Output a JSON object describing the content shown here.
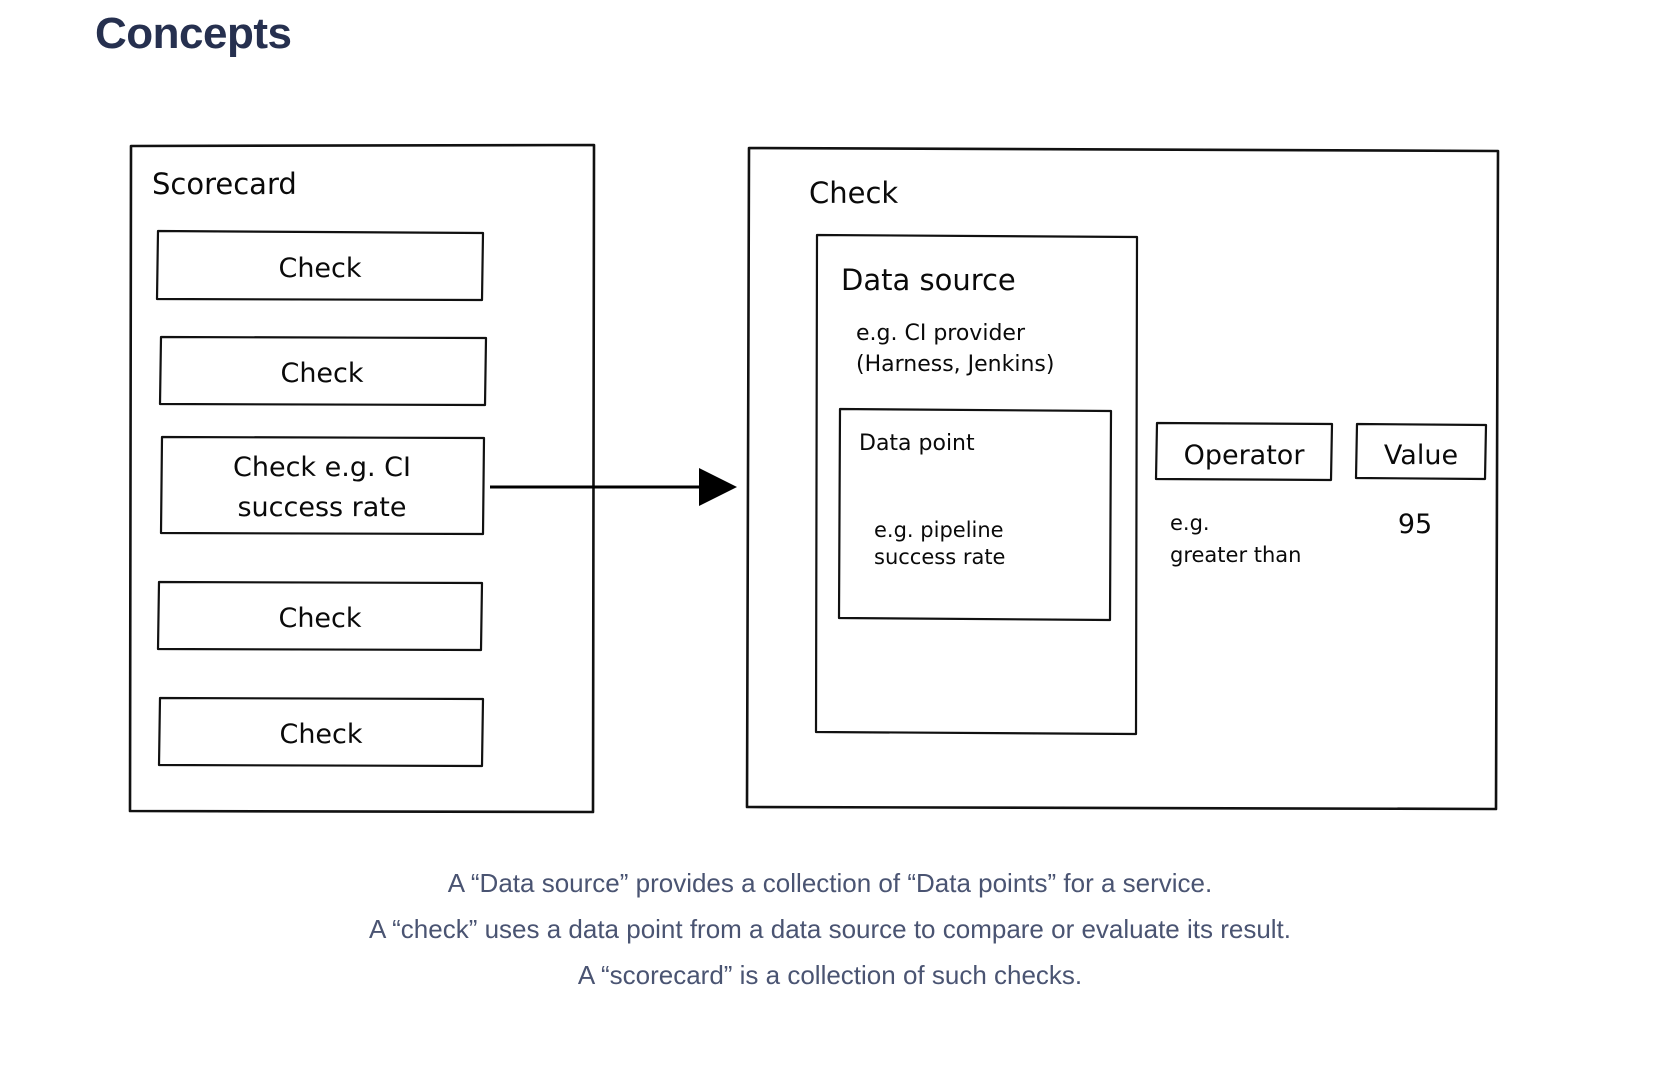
{
  "page": {
    "title": "Concepts",
    "title_color": "#26304f",
    "background": "#ffffff",
    "caption_color": "#4a5472",
    "stroke_color": "#111111"
  },
  "diagram": {
    "type": "concept-diagram",
    "scorecard": {
      "label": "Scorecard",
      "checks": [
        {
          "label": "Check"
        },
        {
          "label": "Check"
        },
        {
          "label": "Check e.g. CI",
          "label_line2": "success rate",
          "highlighted": true
        },
        {
          "label": "Check"
        },
        {
          "label": "Check"
        }
      ]
    },
    "arrow": {
      "name": "arrow-scorecard-to-check",
      "direction": "right",
      "from": "check-3",
      "to": "check-detail"
    },
    "check_detail": {
      "label": "Check",
      "data_source": {
        "label": "Data source",
        "example_line1": "e.g. CI provider",
        "example_line2": "(Harness, Jenkins)",
        "data_point": {
          "label": "Data point",
          "example_line1": "e.g. pipeline",
          "example_line2": "success rate"
        }
      },
      "operator": {
        "label": "Operator",
        "example_line1": "e.g.",
        "example_line2": "greater than"
      },
      "value": {
        "label": "Value",
        "example": "95"
      }
    }
  },
  "caption": {
    "lines": [
      "A “Data source” provides a collection of “Data points” for a service.",
      "A “check” uses a data point from a data source to compare or evaluate its result.",
      "A “scorecard” is a collection of such checks."
    ]
  }
}
